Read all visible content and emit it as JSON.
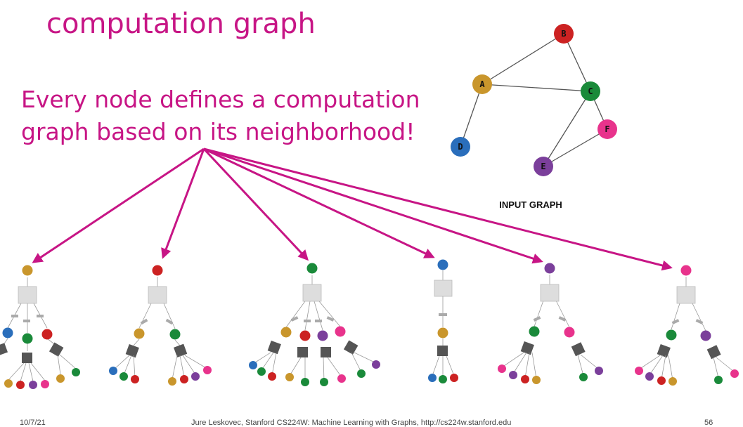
{
  "title": "computation graph",
  "subtitle_line1": "Every node defines a computation",
  "subtitle_line2": "graph based on its neighborhood!",
  "input_graph_label": "INPUT GRAPH",
  "footer": {
    "date": "10/7/21",
    "citation": "Jure Leskovec, Stanford CS224W: Machine Learning with Graphs, http://cs224w.stanford.edu",
    "page": "56"
  },
  "colors": {
    "accent": "#c71585",
    "A": "#c9962c",
    "B": "#cc2222",
    "C": "#1a8a3a",
    "D": "#2a6ebb",
    "E": "#7b3f9b",
    "F": "#e8338c",
    "aggregator": "#dddddd",
    "box": "#555555"
  },
  "input_graph": {
    "nodes": [
      "A",
      "B",
      "C",
      "D",
      "E",
      "F"
    ],
    "edges": [
      [
        "A",
        "B"
      ],
      [
        "A",
        "C"
      ],
      [
        "A",
        "D"
      ],
      [
        "B",
        "C"
      ],
      [
        "C",
        "E"
      ],
      [
        "C",
        "F"
      ],
      [
        "E",
        "F"
      ]
    ]
  }
}
